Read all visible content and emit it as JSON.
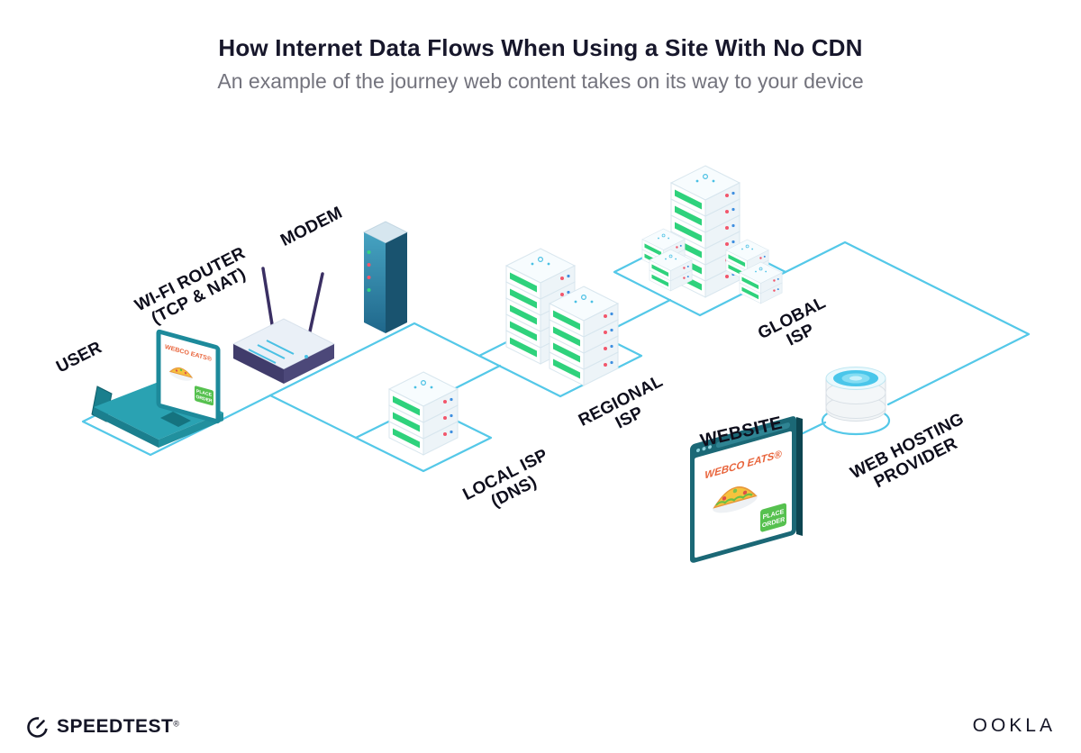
{
  "header": {
    "title": "How Internet Data Flows When Using a Site With No CDN",
    "subtitle": "An example of the journey web content takes on its way to your device"
  },
  "labels": {
    "user": "USER",
    "router1": "WI-FI ROUTER",
    "router2": "(TCP & NAT)",
    "modem": "MODEM",
    "local1": "LOCAL ISP",
    "local2": "(DNS)",
    "regional1": "REGIONAL",
    "regional2": "ISP",
    "global1": "GLOBAL",
    "global2": "ISP",
    "website": "WEBSITE",
    "hosting1": "WEB HOSTING",
    "hosting2": "PROVIDER"
  },
  "screens": {
    "laptop_brand": "WEBCO EATS®",
    "website_brand": "WEBCO EATS®",
    "order_line1": "PLACE",
    "order_line2": "ORDER"
  },
  "footer": {
    "speedtest": "SPEEDTEST",
    "speedtest_mark": "®",
    "ookla": "OOKLA"
  },
  "colors": {
    "line": "#54c8e8",
    "title": "#17172b",
    "subtitle": "#73737d",
    "server_green": "#2fd27c",
    "brand_orange": "#e8633a",
    "window_teal": "#1b6876",
    "router_navy": "#403c6b",
    "button_green": "#56c14f"
  }
}
